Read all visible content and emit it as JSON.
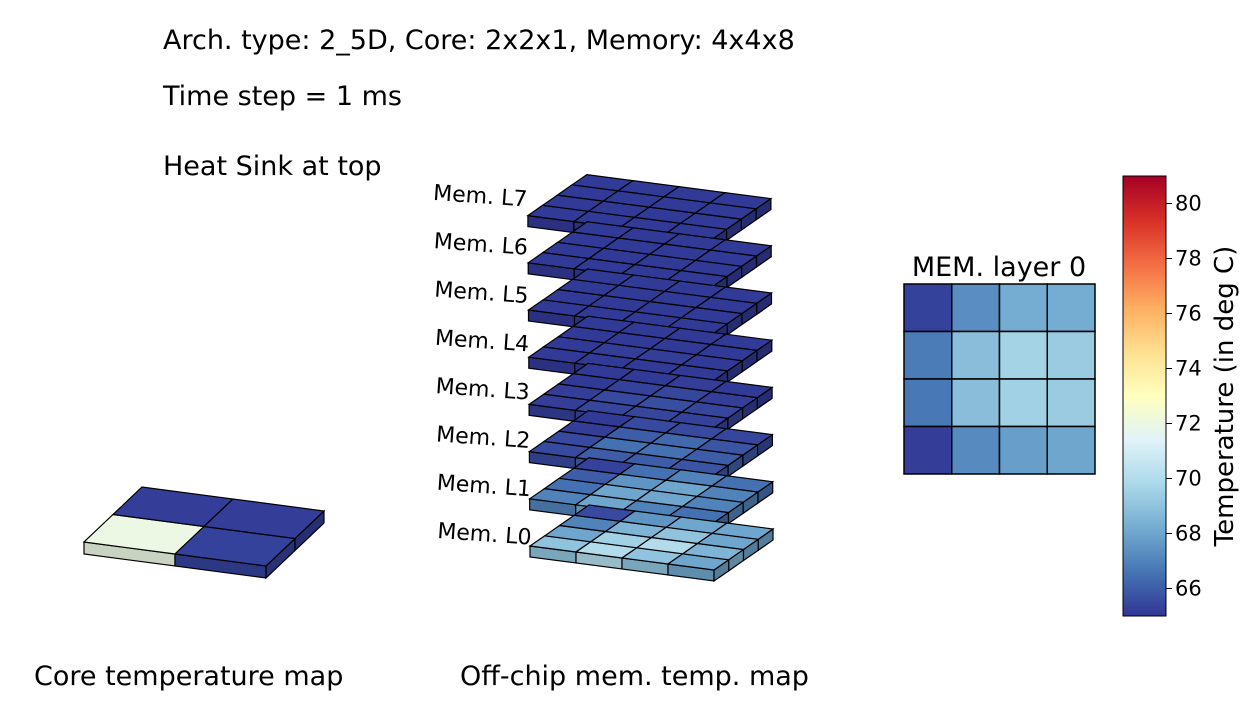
{
  "header": {
    "arch_line": "Arch. type: 2_5D, Core: 2x2x1, Memory: 4x4x8",
    "time_line": "Time step = 1 ms",
    "sink_line": "Heat Sink at top"
  },
  "captions": {
    "core": "Core temperature map",
    "mem": "Off-chip mem. temp. map"
  },
  "chart_data": [
    {
      "type": "heatmap",
      "title": "Core temperature map",
      "grid": [
        2,
        2
      ],
      "values": [
        [
          72,
          65.3
        ],
        [
          65.2,
          65.2
        ]
      ]
    },
    {
      "type": "heatmap",
      "title": "Off-chip mem. temp. map",
      "grid": [
        4,
        4
      ],
      "layers": [
        {
          "name": "Mem. L0",
          "values": [
            [
              69,
              70,
              69,
              68
            ],
            [
              68,
              69.5,
              70,
              68.5
            ],
            [
              67,
              68.5,
              69,
              68
            ],
            [
              65.5,
              67.5,
              68,
              68
            ]
          ]
        },
        {
          "name": "Mem. L1",
          "values": [
            [
              67,
              68,
              67,
              66.5
            ],
            [
              66.5,
              68,
              68,
              67
            ],
            [
              66,
              67.5,
              68,
              67
            ],
            [
              65.3,
              66.5,
              67,
              66.5
            ]
          ]
        },
        {
          "name": "Mem. L2",
          "values": [
            [
              65.5,
              66,
              66,
              65.8
            ],
            [
              65.5,
              66.5,
              66.5,
              66
            ],
            [
              65.2,
              66,
              66.3,
              65.8
            ],
            [
              65.1,
              65.5,
              65.5,
              65.4
            ]
          ]
        },
        {
          "name": "Mem. L3",
          "values": [
            [
              65.2,
              65.4,
              65.4,
              65.3
            ],
            [
              65.2,
              65.5,
              65.6,
              65.4
            ],
            [
              65.1,
              65.3,
              65.4,
              65.2
            ],
            [
              65.1,
              65.1,
              65.2,
              65.1
            ]
          ]
        },
        {
          "name": "Mem. L4",
          "values": [
            [
              65.1,
              65.1,
              65.1,
              65.1
            ],
            [
              65.1,
              65.2,
              65.2,
              65.1
            ],
            [
              65.1,
              65.1,
              65.1,
              65.1
            ],
            [
              65.1,
              65.1,
              65.1,
              65.1
            ]
          ]
        },
        {
          "name": "Mem. L5",
          "values": [
            [
              65.1,
              65.1,
              65.1,
              65.1
            ],
            [
              65.1,
              65.1,
              65.1,
              65.1
            ],
            [
              65.1,
              65.1,
              65.1,
              65.1
            ],
            [
              65.1,
              65.1,
              65.1,
              65.1
            ]
          ]
        },
        {
          "name": "Mem. L6",
          "values": [
            [
              65.1,
              65.1,
              65.1,
              65.1
            ],
            [
              65.1,
              65.1,
              65.1,
              65.1
            ],
            [
              65.1,
              65.1,
              65.1,
              65.1
            ],
            [
              65.1,
              65.1,
              65.1,
              65.1
            ]
          ]
        },
        {
          "name": "Mem. L7",
          "values": [
            [
              65.1,
              65.1,
              65.1,
              65.1
            ],
            [
              65.1,
              65.1,
              65.1,
              65.1
            ],
            [
              65.1,
              65.1,
              65.1,
              65.1
            ],
            [
              65.1,
              65.1,
              65.1,
              65.1
            ]
          ]
        }
      ]
    },
    {
      "type": "heatmap",
      "title": "MEM. layer 0",
      "grid": [
        4,
        4
      ],
      "values": [
        [
          65.3,
          67.3,
          68.2,
          68.2
        ],
        [
          66.8,
          68.8,
          69.6,
          69.3
        ],
        [
          66.7,
          68.8,
          69.5,
          69.3
        ],
        [
          65.2,
          67.2,
          67.8,
          68.0
        ]
      ]
    },
    {
      "type": "colorbar",
      "label": "Temperature (in deg C)",
      "range": [
        65,
        81
      ],
      "ticks": [
        66,
        68,
        70,
        72,
        74,
        76,
        78,
        80
      ],
      "tick_labels": [
        "66",
        "68",
        "70",
        "72",
        "74",
        "76",
        "78",
        "80"
      ],
      "colormap": "RdYlBu_r",
      "color_stops": [
        "#313695",
        "#4575b4",
        "#74add1",
        "#abd9e9",
        "#e0f3f8",
        "#ffffbf",
        "#fee090",
        "#fdae61",
        "#f46d43",
        "#d73027",
        "#a50026"
      ]
    }
  ]
}
